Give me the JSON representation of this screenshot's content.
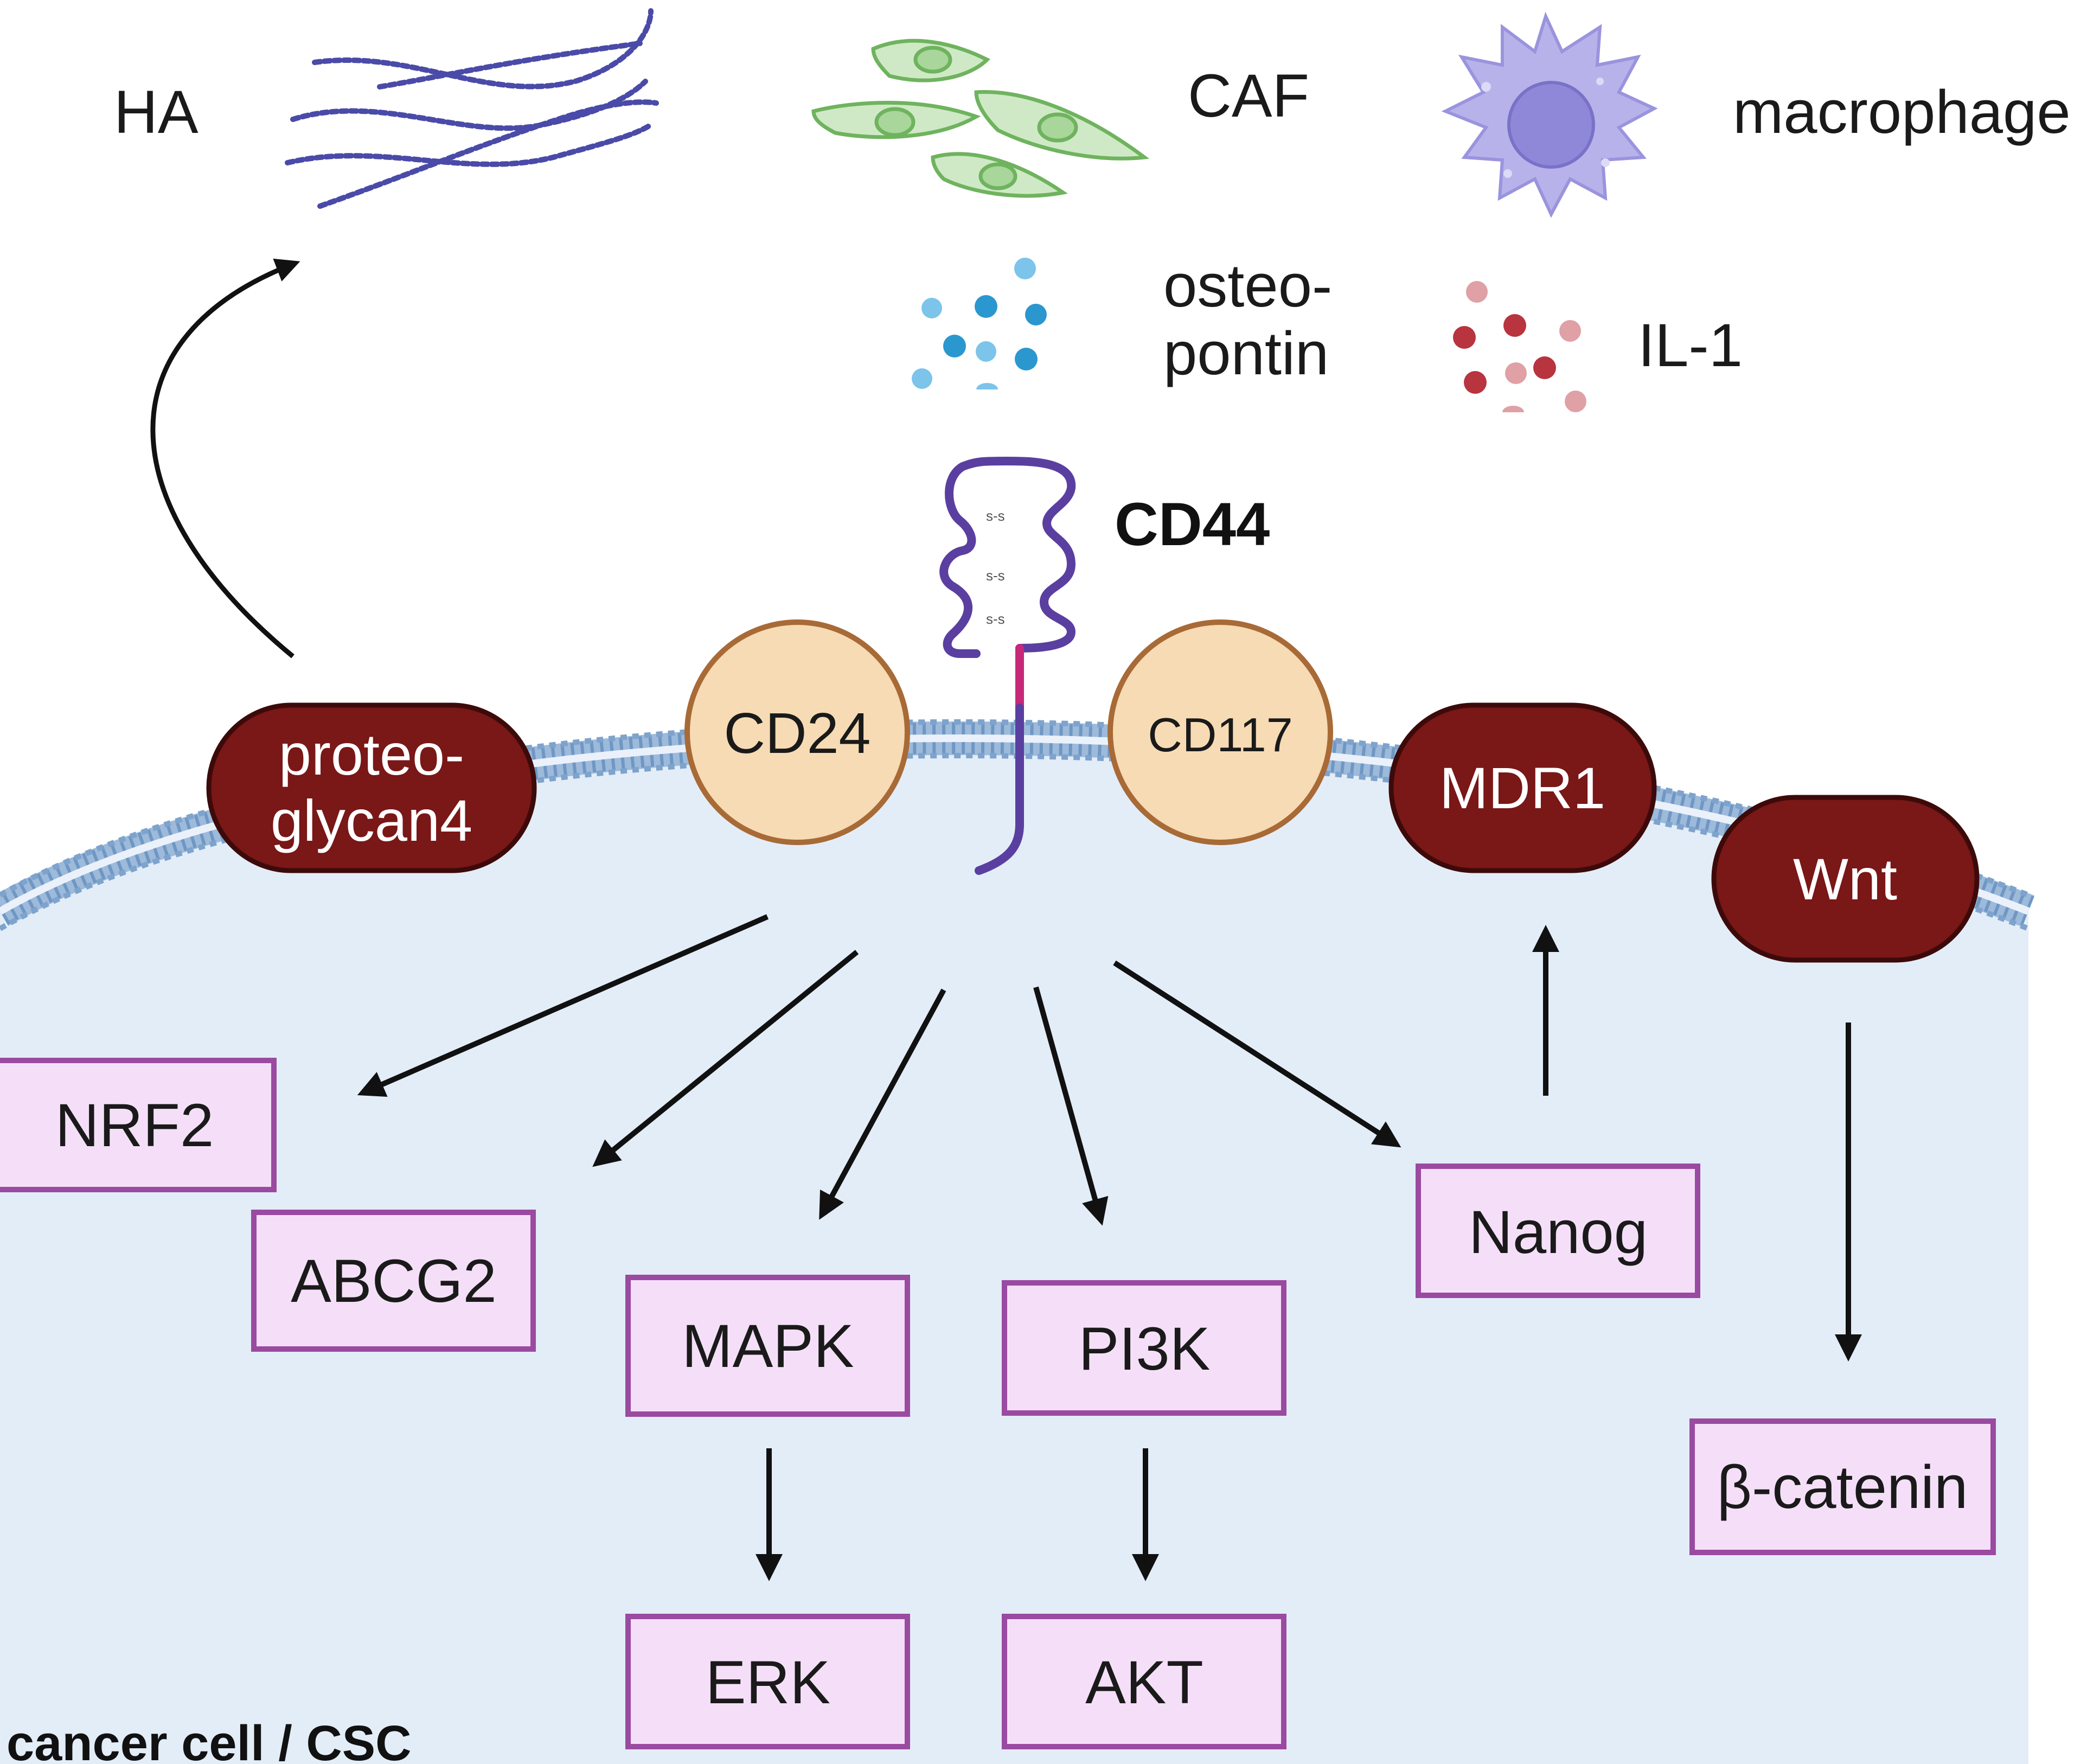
{
  "colors": {
    "membrane": "#7ea3cc",
    "cytoplasm": "#e3edf8",
    "pill_fill": "#7a1717",
    "pill_stroke": "#3d0a0a",
    "circle_fill": "#f6dbb4",
    "circle_stroke": "#a86a36",
    "box_fill": "#f5dff8",
    "box_stroke": "#9a4aa0",
    "cd44_purple": "#5a3fa0",
    "cd44_magenta": "#c8287a",
    "ha_strand": "#4a4aa8",
    "caf_fill": "#cfe9c6",
    "caf_stroke": "#6fb35e",
    "macrophage_fill": "#b7b3ea",
    "osteopontin_dot": "#2b97cf",
    "il1_dot": "#b8343f",
    "arrow": "#111111"
  },
  "extracellular": {
    "ha_label": "HA",
    "caf_label": "CAF",
    "macrophage_label": "macrophage",
    "osteopontin_line1": "osteo-",
    "osteopontin_line2": "pontin",
    "il1_label": "IL-1"
  },
  "receptor": {
    "label": "CD44",
    "disulfide_label": "s-s"
  },
  "membrane": {
    "proteoglycan_line1": "proteo-",
    "proteoglycan_line2": "glycan4",
    "cd24": "CD24",
    "cd117": "CD117",
    "mdr1": "MDR1",
    "wnt": "Wnt"
  },
  "pathways": {
    "nrf2": "NRF2",
    "abcg2": "ABCG2",
    "mapk": "MAPK",
    "pi3k": "PI3K",
    "nanog": "Nanog",
    "beta_catenin": "β-catenin",
    "erk": "ERK",
    "akt": "AKT"
  },
  "cell_label": "cancer cell / CSC",
  "icons": [
    "hyaluronan-strands-icon",
    "caf-cells-icon",
    "macrophage-icon",
    "osteopontin-particles-icon",
    "il1-particles-icon",
    "cd44-receptor-icon"
  ]
}
